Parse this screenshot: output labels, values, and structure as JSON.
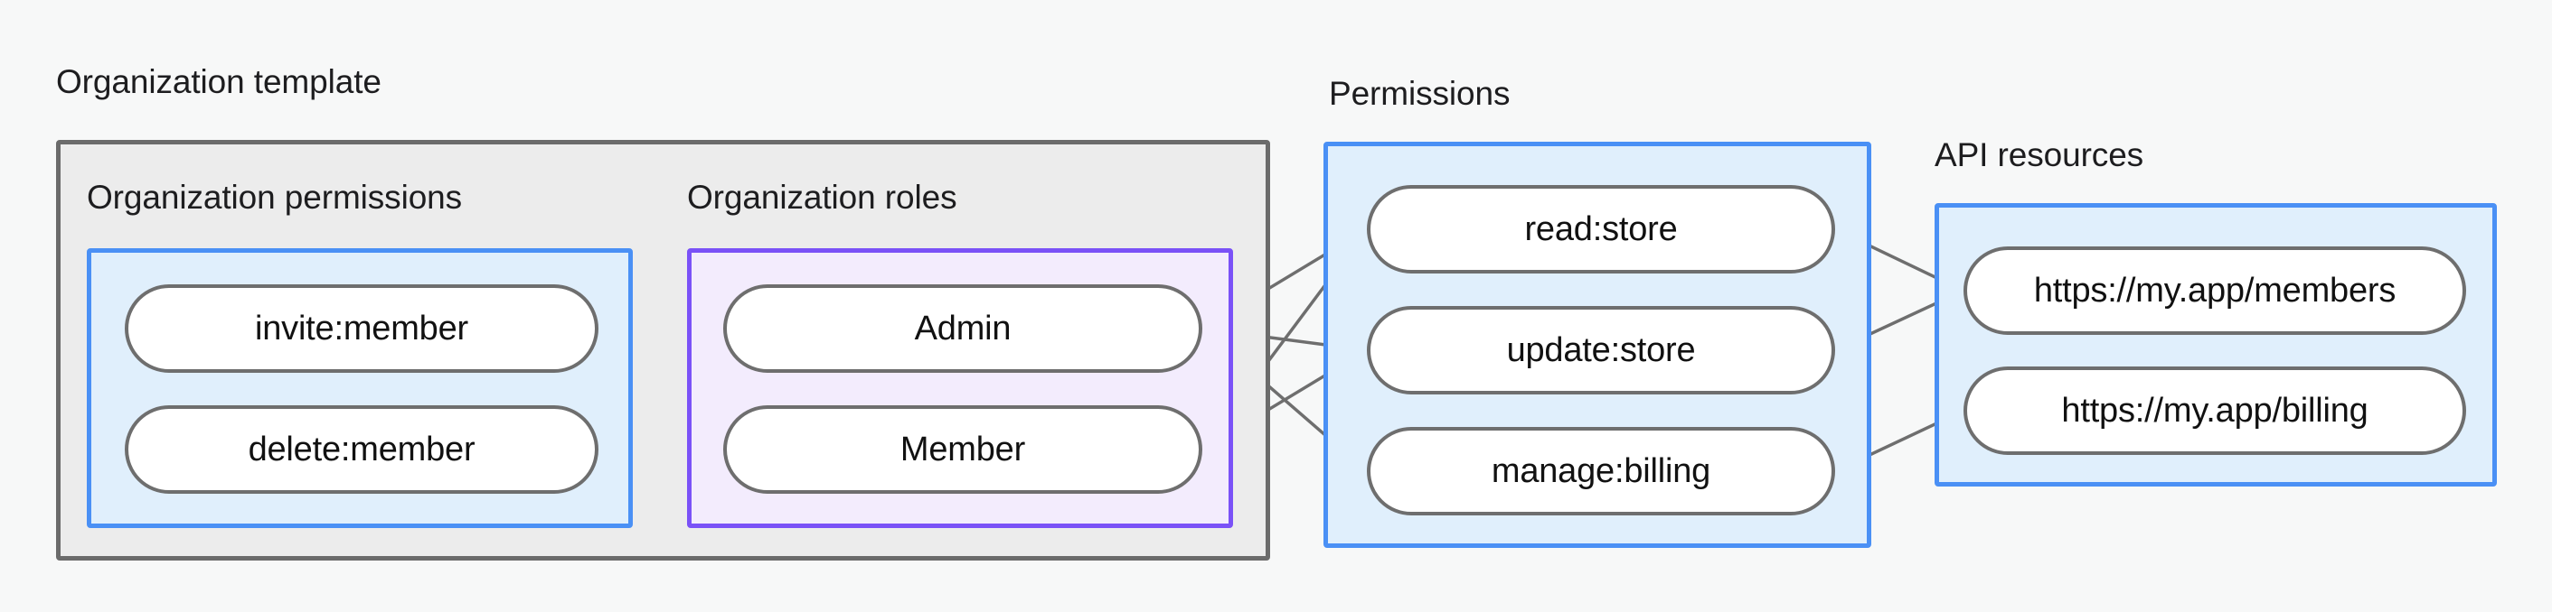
{
  "diagram": {
    "title_groups": [
      {
        "id": "organization-template",
        "label": "Organization template"
      },
      {
        "id": "permissions",
        "label": "Permissions"
      },
      {
        "id": "api-resources",
        "label": "API resources"
      }
    ],
    "subgroups": [
      {
        "id": "organization-permissions",
        "label": "Organization permissions"
      },
      {
        "id": "organization-roles",
        "label": "Organization roles"
      }
    ],
    "nodes": {
      "organization_permissions": [
        {
          "id": "invite-member",
          "label": "invite:member"
        },
        {
          "id": "delete-member",
          "label": "delete:member"
        }
      ],
      "organization_roles": [
        {
          "id": "admin",
          "label": "Admin"
        },
        {
          "id": "member",
          "label": "Member"
        }
      ],
      "permissions": [
        {
          "id": "read-store",
          "label": "read:store"
        },
        {
          "id": "update-store",
          "label": "update:store"
        },
        {
          "id": "manage-billing",
          "label": "manage:billing"
        }
      ],
      "api_resources": [
        {
          "id": "members-endpoint",
          "label": "https://my.app/members"
        },
        {
          "id": "billing-endpoint",
          "label": "https://my.app/billing"
        }
      ]
    },
    "edges": [
      {
        "from": "invite-member",
        "to": "admin"
      },
      {
        "from": "invite-member",
        "to": "member"
      },
      {
        "from": "delete-member",
        "to": "member"
      },
      {
        "from": "admin",
        "to": "read-store"
      },
      {
        "from": "admin",
        "to": "update-store"
      },
      {
        "from": "admin",
        "to": "manage-billing"
      },
      {
        "from": "member",
        "to": "read-store"
      },
      {
        "from": "member",
        "to": "update-store"
      },
      {
        "from": "read-store",
        "to": "members-endpoint"
      },
      {
        "from": "update-store",
        "to": "members-endpoint"
      },
      {
        "from": "manage-billing",
        "to": "billing-endpoint"
      }
    ],
    "colors": {
      "page_background": "#f7f8f8",
      "outer_container_fill": "#ececec",
      "outer_container_border": "#6b6b6b",
      "blue_fill": "#e0effc",
      "blue_border": "#4a90f5",
      "purple_fill": "#f3ecfd",
      "purple_border": "#7a51f7",
      "node_fill": "#ffffff",
      "node_border": "#6e6e6e",
      "edge_stroke": "#6e6e6e",
      "text": "#1d1d1f"
    }
  }
}
